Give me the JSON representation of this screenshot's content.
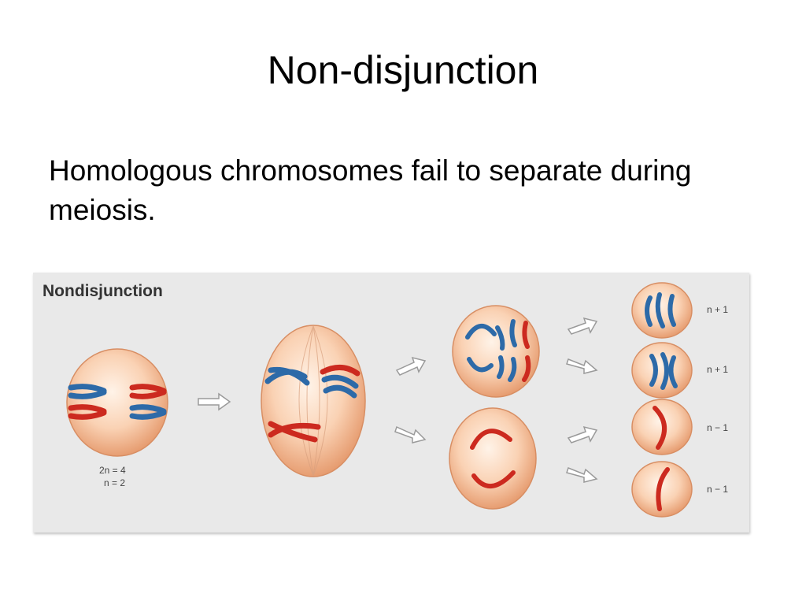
{
  "slide": {
    "title": "Non-disjunction",
    "body": "Homologous chromosomes fail to separate during meiosis."
  },
  "figure": {
    "title": "Nondisjunction",
    "parent_label_1": "2n = 4",
    "parent_label_2": "n = 2",
    "gamete_labels": [
      "n + 1",
      "n + 1",
      "n − 1",
      "n − 1"
    ]
  },
  "colors": {
    "cell_light": "#fde3cf",
    "cell_dark": "#e9a57b",
    "chromosome_blue": "#2d6aa8",
    "chromosome_red": "#cc2a1f"
  }
}
